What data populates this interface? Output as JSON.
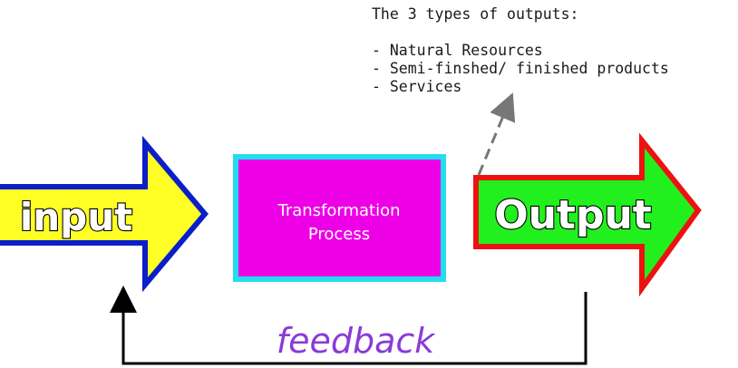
{
  "diagram": {
    "input_label": "input",
    "process_label_line1": "Transformation",
    "process_label_line2": "Process",
    "output_label": "Output",
    "feedback_label": "feedback"
  },
  "outputs_note": {
    "title": "The 3 types of outputs:",
    "items": [
      "- Natural Resources",
      "- Semi-finshed/ finished products",
      "- Services"
    ]
  },
  "colors": {
    "input_fill": "#ffff26",
    "input_border": "#0a1fc8",
    "process_fill": "#ee00e6",
    "process_border": "#22ddf0",
    "output_fill": "#22f01e",
    "output_border": "#ee1111",
    "feedback_text": "#8a3ad8"
  }
}
